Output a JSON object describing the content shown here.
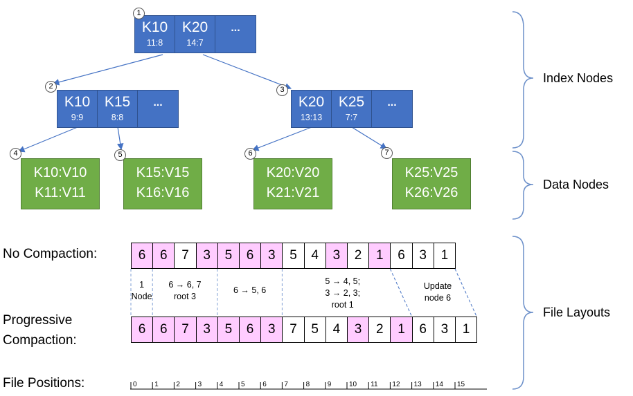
{
  "index_nodes": [
    {
      "id": "1",
      "cells": [
        {
          "key": "K10",
          "ptr": "11:8"
        },
        {
          "key": "K20",
          "ptr": "14:7"
        }
      ],
      "more": "..."
    },
    {
      "id": "2",
      "cells": [
        {
          "key": "K10",
          "ptr": "9:9"
        },
        {
          "key": "K15",
          "ptr": "8:8"
        }
      ],
      "more": "..."
    },
    {
      "id": "3",
      "cells": [
        {
          "key": "K20",
          "ptr": "13:13"
        },
        {
          "key": "K25",
          "ptr": "7:7"
        }
      ],
      "more": "..."
    }
  ],
  "data_nodes": [
    {
      "id": "4",
      "lines": [
        "K10:V10",
        "K11:V11"
      ]
    },
    {
      "id": "5",
      "lines": [
        "K15:V15",
        "K16:V16"
      ]
    },
    {
      "id": "6",
      "lines": [
        "K20:V20",
        "K21:V21"
      ]
    },
    {
      "id": "7",
      "lines": [
        "K25:V25",
        "K26:V26"
      ]
    }
  ],
  "side_labels": {
    "index": "Index Nodes",
    "data": "Data Nodes",
    "file": "File Layouts"
  },
  "rows": {
    "no_compaction": {
      "label": "No Compaction:",
      "cells": [
        {
          "v": "6",
          "highlight": true
        },
        {
          "v": "6",
          "highlight": true
        },
        {
          "v": "7",
          "highlight": false
        },
        {
          "v": "3",
          "highlight": true
        },
        {
          "v": "5",
          "highlight": true
        },
        {
          "v": "6",
          "highlight": true
        },
        {
          "v": "3",
          "highlight": true
        },
        {
          "v": "5",
          "highlight": false
        },
        {
          "v": "4",
          "highlight": false
        },
        {
          "v": "3",
          "highlight": true
        },
        {
          "v": "2",
          "highlight": false
        },
        {
          "v": "1",
          "highlight": true
        },
        {
          "v": "6",
          "highlight": false
        },
        {
          "v": "3",
          "highlight": false
        },
        {
          "v": "1",
          "highlight": false
        }
      ]
    },
    "progressive": {
      "label_line1": "Progressive",
      "label_line2": "Compaction:",
      "cells": [
        {
          "v": "6",
          "highlight": true
        },
        {
          "v": "6",
          "highlight": true
        },
        {
          "v": "7",
          "highlight": true
        },
        {
          "v": "3",
          "highlight": true
        },
        {
          "v": "5",
          "highlight": true
        },
        {
          "v": "6",
          "highlight": true
        },
        {
          "v": "3",
          "highlight": true
        },
        {
          "v": "7",
          "highlight": false
        },
        {
          "v": "5",
          "highlight": false
        },
        {
          "v": "4",
          "highlight": false
        },
        {
          "v": "3",
          "highlight": true
        },
        {
          "v": "2",
          "highlight": false
        },
        {
          "v": "1",
          "highlight": true
        },
        {
          "v": "6",
          "highlight": false
        },
        {
          "v": "3",
          "highlight": false
        },
        {
          "v": "1",
          "highlight": false
        }
      ]
    },
    "positions": {
      "label": "File Positions:",
      "ticks": [
        "0",
        "1",
        "2",
        "3",
        "4",
        "5",
        "6",
        "7",
        "8",
        "9",
        "10",
        "11",
        "12",
        "13",
        "14",
        "15"
      ]
    }
  },
  "annotations": [
    {
      "lines": [
        "1",
        "Node"
      ]
    },
    {
      "lines": [
        "6 → 6, 7",
        "root 3"
      ]
    },
    {
      "lines": [
        "6 → 5, 6"
      ]
    },
    {
      "lines": [
        "5 → 4, 5;",
        "3 → 2, 3;",
        "root 1"
      ]
    },
    {
      "lines": [
        "Update",
        "node 6"
      ]
    }
  ],
  "colors": {
    "index_fill": "#4472c4",
    "data_fill": "#70ad47",
    "highlight": "#ffccff",
    "arrow": "#4472c4",
    "brace": "#6b8fc9",
    "dash": "#4472c4"
  }
}
